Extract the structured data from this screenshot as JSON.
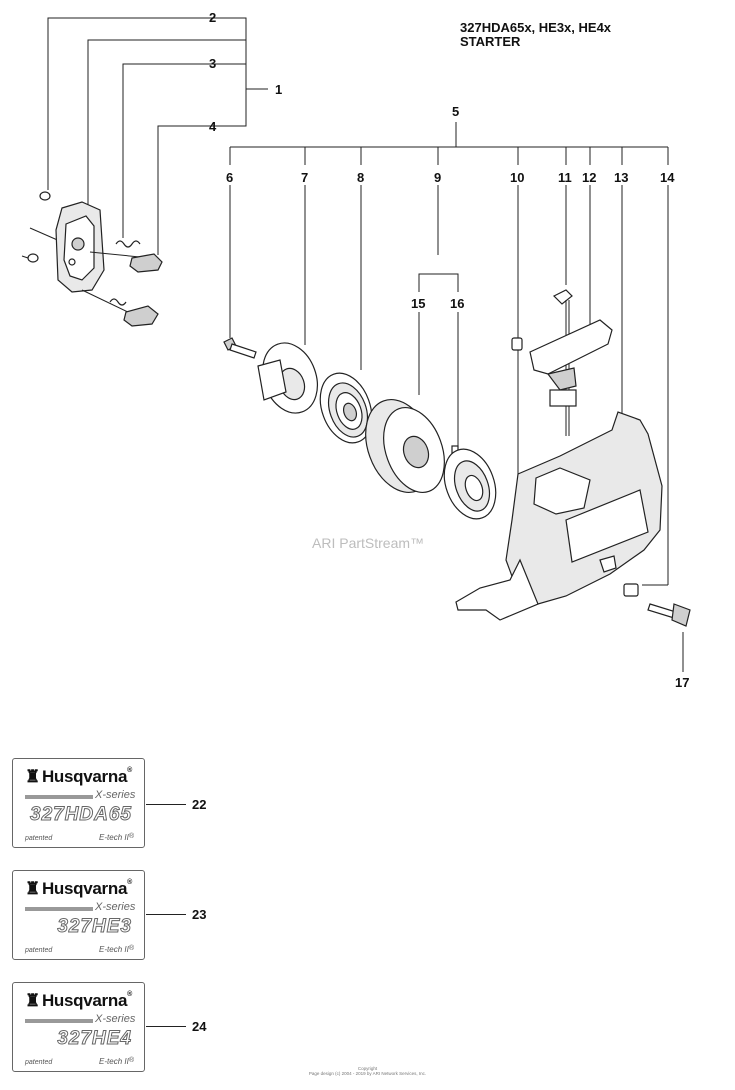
{
  "header": {
    "models": "327HDA65x, HE3x, HE4x",
    "section": "STARTER"
  },
  "watermark": "ARI PartStream™",
  "callouts": {
    "c1": "1",
    "c2": "2",
    "c3": "3",
    "c4": "4",
    "c5": "5",
    "c6": "6",
    "c7": "7",
    "c8": "8",
    "c9": "9",
    "c10": "10",
    "c11": "11",
    "c12": "12",
    "c13": "13",
    "c14": "14",
    "c15": "15",
    "c16": "16",
    "c17": "17"
  },
  "decals": [
    {
      "number": "22",
      "brand": "Husqvarna",
      "series": "X-series",
      "model": "327HDA65",
      "patented": "patented",
      "etech": "E-tech II"
    },
    {
      "number": "23",
      "brand": "Husqvarna",
      "series": "X-series",
      "model": "327HE3",
      "patented": "patented",
      "etech": "E-tech II"
    },
    {
      "number": "24",
      "brand": "Husqvarna",
      "series": "X-series",
      "model": "327HE4",
      "patented": "patented",
      "etech": "E-tech II"
    }
  ],
  "footer": {
    "line1": "Copyright",
    "line2": "Page design (c) 2004 - 2019 by ARI Network Services, Inc."
  }
}
